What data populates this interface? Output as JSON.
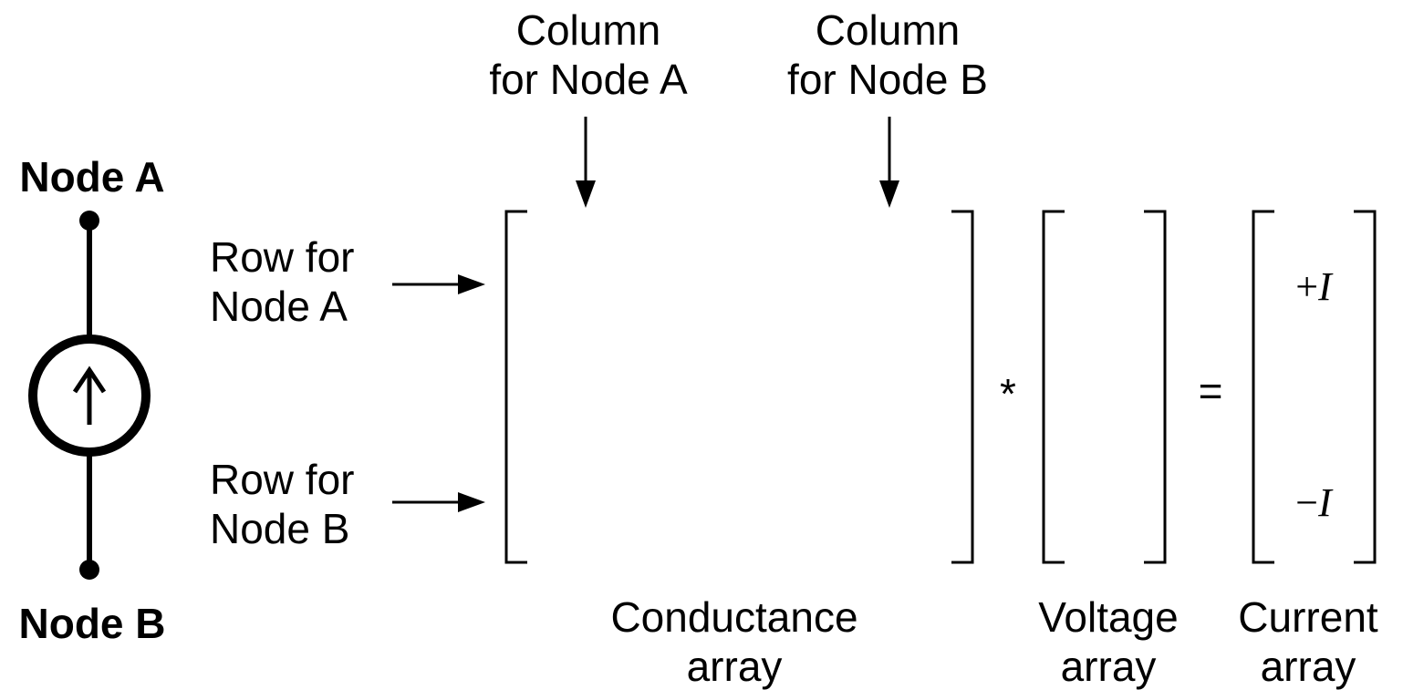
{
  "source": {
    "node_a_label": "Node A",
    "node_b_label": "Node B"
  },
  "column_labels": {
    "a": {
      "line1": "Column",
      "line2": "for Node A"
    },
    "b": {
      "line1": "Column",
      "line2": "for Node B"
    }
  },
  "row_labels": {
    "a": {
      "line1": "Row for",
      "line2": "Node A"
    },
    "b": {
      "line1": "Row for",
      "line2": "Node B"
    }
  },
  "operators": {
    "multiply": "*",
    "equals": "="
  },
  "current_entries": {
    "plus_sign": "+",
    "minus_sign": "−",
    "symbol": "I"
  },
  "array_labels": {
    "conductance": {
      "line1": "Conductance",
      "line2": "array"
    },
    "voltage": {
      "line1": "Voltage",
      "line2": "array"
    },
    "current": {
      "line1": "Current",
      "line2": "array"
    }
  }
}
